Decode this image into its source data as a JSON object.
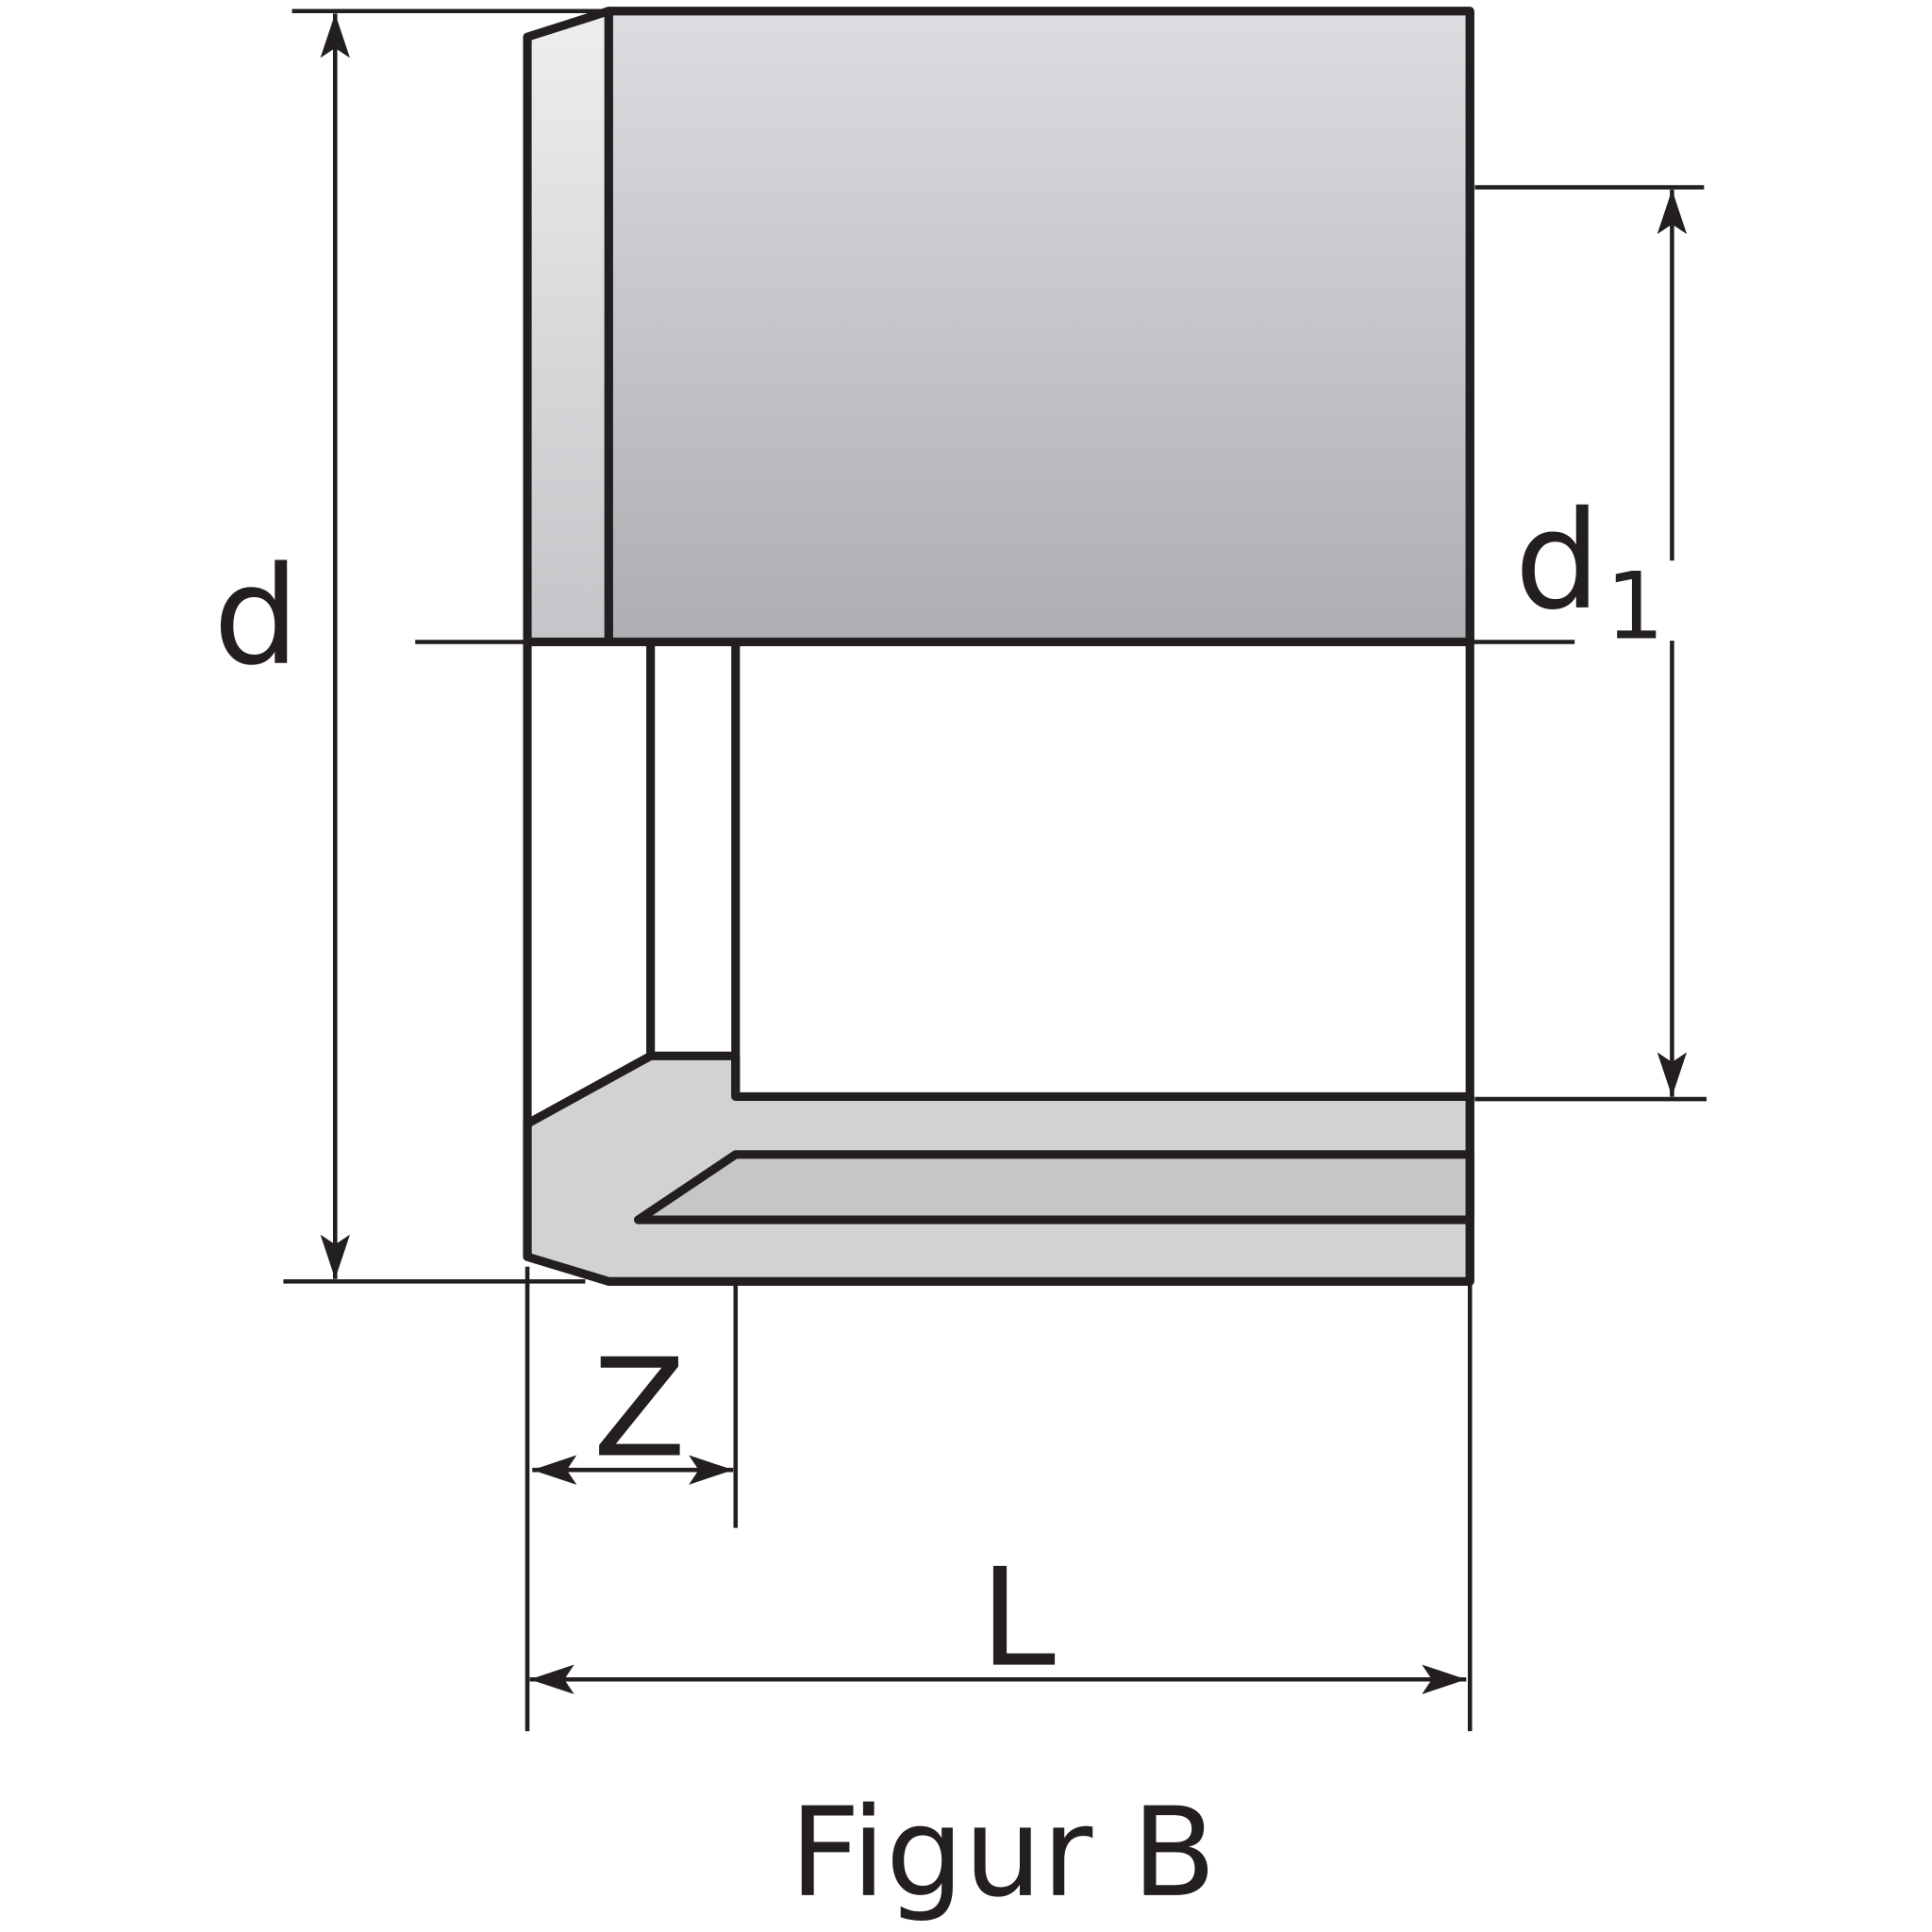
{
  "figure": {
    "caption": "Figur B",
    "labels": {
      "outer_diameter": "d",
      "inner_diameter_main": "d",
      "inner_diameter_sub": "1",
      "socket_depth": "Z",
      "length": "L"
    }
  },
  "colors": {
    "stroke": "#231f20",
    "body_top_light": "#dcdde0",
    "body_top_dark": "#adaeb2",
    "body_bottom": "#d1d2d4",
    "groove": "#c5c6c8"
  }
}
